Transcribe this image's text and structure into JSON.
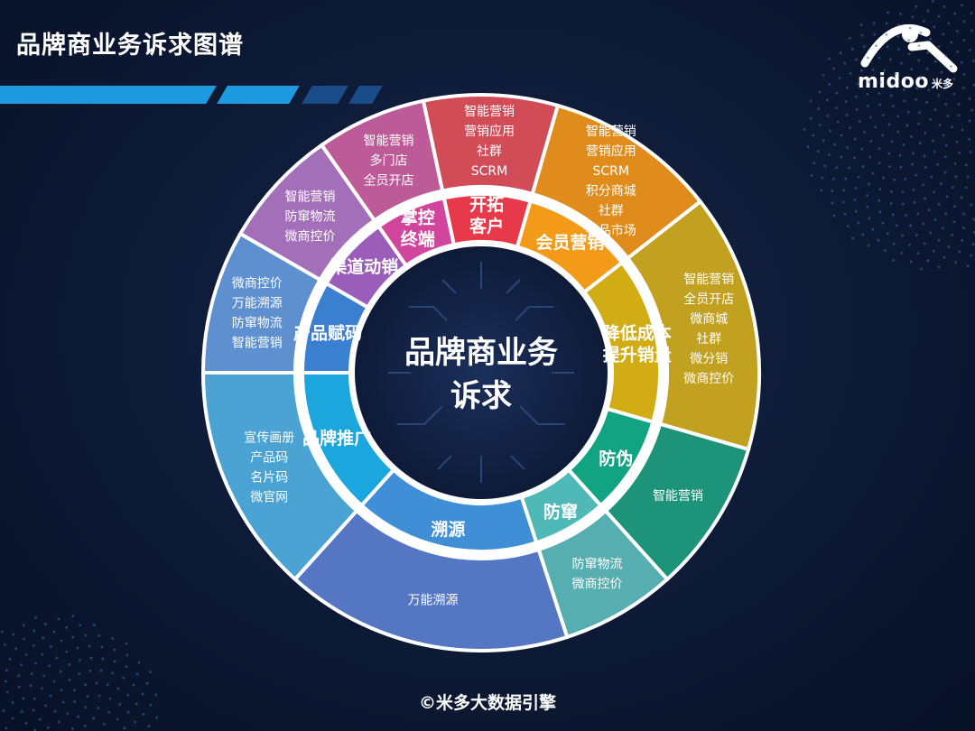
{
  "title": "品牌商业务诉求图谱",
  "logo": {
    "text": "midoo",
    "sub": "米多"
  },
  "footer": "©米多大数据引擎",
  "center": {
    "line1": "品牌商业务",
    "line2": "诉求"
  },
  "colors": {
    "background": "#0d1a35",
    "accent": "#1e9be0"
  },
  "segments": [
    {
      "name": "品牌推广",
      "color": "#1ba6dd",
      "outer_color": "#4aa3d3",
      "labels": [
        "品牌推广"
      ],
      "items": [
        "宣传画册",
        "产品码",
        "名片码",
        "微官网"
      ]
    },
    {
      "name": "产品赋码",
      "color": "#3b7fd0",
      "outer_color": "#5e8fcf",
      "labels": [
        "产品赋码"
      ],
      "items": [
        "微商控价",
        "万能溯源",
        "防窜物流",
        "智能营销"
      ]
    },
    {
      "name": "渠道动销",
      "color": "#9a5db9",
      "outer_color": "#a36fb9",
      "labels": [
        "渠道动销"
      ],
      "items": [
        "智能营销",
        "防窜物流",
        "微商控价"
      ]
    },
    {
      "name": "掌控终端",
      "color": "#d2459c",
      "outer_color": "#bd5a98",
      "labels": [
        "掌控",
        "终端"
      ],
      "items": [
        "智能营销",
        "多门店",
        "全员开店"
      ]
    },
    {
      "name": "开拓客户",
      "color": "#e8394a",
      "outer_color": "#d24c58",
      "labels": [
        "开拓",
        "客户"
      ],
      "items": [
        "智能营销",
        "营销应用",
        "社群",
        "SCRM"
      ]
    },
    {
      "name": "会员营销",
      "color": "#f39a18",
      "outer_color": "#e08c1c",
      "labels": [
        "会员营销"
      ],
      "items": [
        "智能营销",
        "营销应用",
        "SCRM",
        "积分商城",
        "社群",
        "礼品市场"
      ]
    },
    {
      "name": "降低成本提升销量",
      "color": "#d2ac14",
      "outer_color": "#c2a020",
      "labels": [
        "降低成本",
        "提升销量"
      ],
      "items": [
        "智能营销",
        "全员开店",
        "微商城",
        "社群",
        "微分销",
        "微商控价"
      ]
    },
    {
      "name": "防伪",
      "color": "#12a383",
      "outer_color": "#1d9479",
      "labels": [
        "防伪"
      ],
      "items": [
        "智能营销"
      ]
    },
    {
      "name": "防窜",
      "color": "#4fb9b8",
      "outer_color": "#56aeb0",
      "labels": [
        "防窜"
      ],
      "items": [
        "防窜物流",
        "微商控价"
      ]
    },
    {
      "name": "溯源",
      "color": "#3f8ed6",
      "outer_color": "#5476c3",
      "labels": [
        "溯源"
      ],
      "items": [
        "万能溯源"
      ]
    }
  ]
}
